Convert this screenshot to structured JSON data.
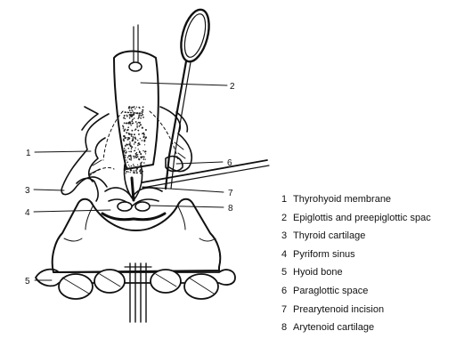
{
  "diagram": {
    "callouts": [
      "1",
      "2",
      "3",
      "4",
      "5",
      "6",
      "7",
      "8"
    ]
  },
  "legend": [
    {
      "num": "1",
      "text": "Thyrohyoid membrane"
    },
    {
      "num": "2",
      "text": "Epiglottis and preepiglottic spac"
    },
    {
      "num": "3",
      "text": "Thyroid cartilage"
    },
    {
      "num": "4",
      "text": "Pyriform sinus"
    },
    {
      "num": "5",
      "text": "Hyoid bone"
    },
    {
      "num": "6",
      "text": "Paraglottic space"
    },
    {
      "num": "7",
      "text": "Prearytenoid incision"
    },
    {
      "num": "8",
      "text": "Arytenoid cartilage"
    }
  ]
}
